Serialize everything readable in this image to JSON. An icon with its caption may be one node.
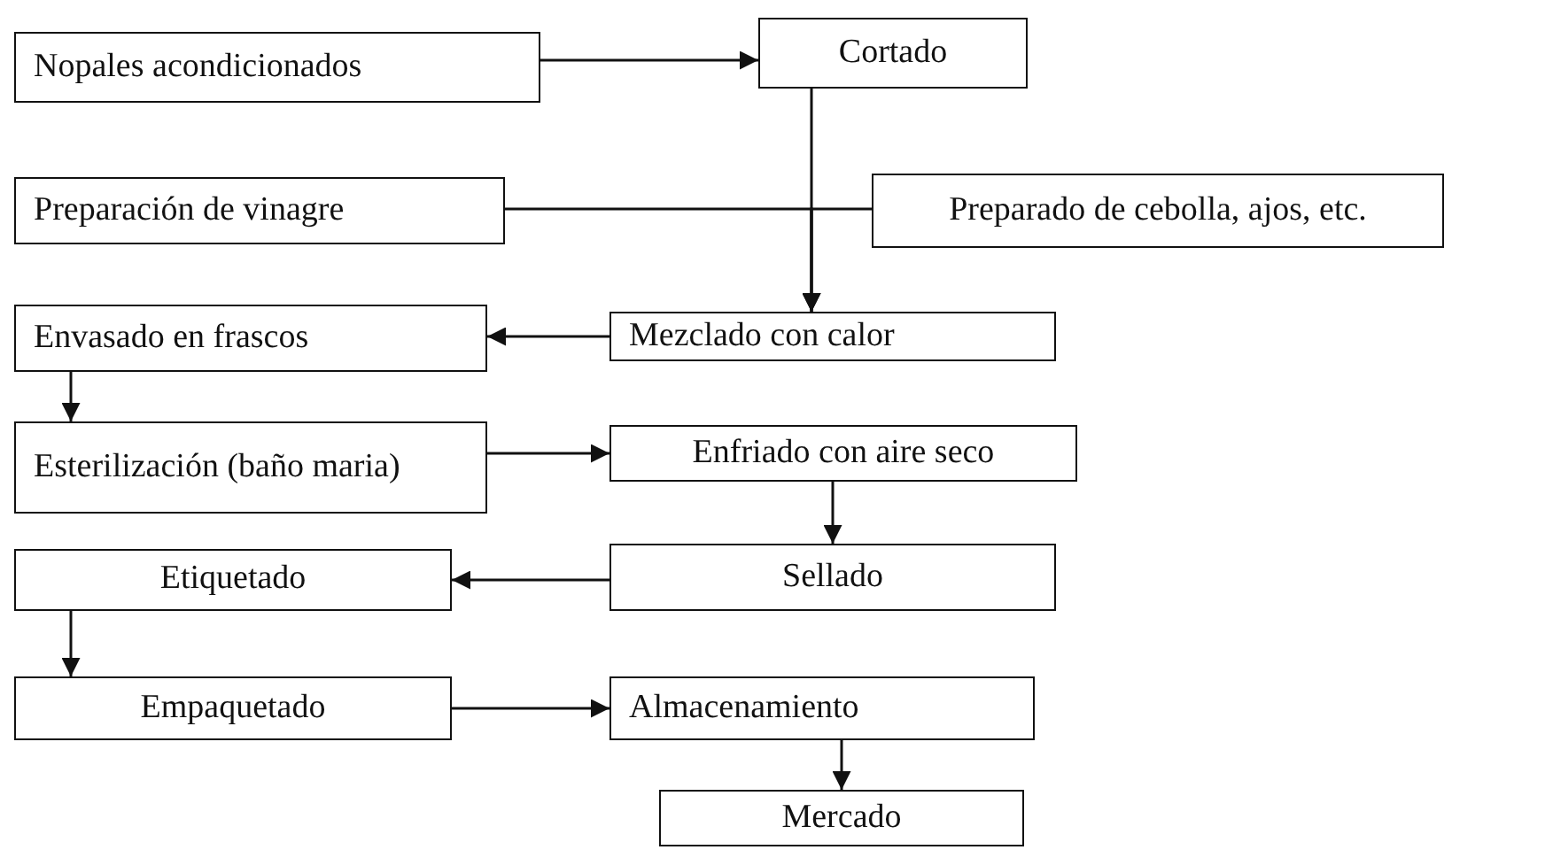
{
  "diagram": {
    "nodes": [
      {
        "text": [
          "Nopales acondicionados"
        ]
      },
      {
        "text": [
          "Cortado"
        ]
      },
      {
        "text": [
          "Preparación de vinagre"
        ]
      },
      {
        "text": [
          "Preparado de cebolla, ajos, etc."
        ]
      },
      {
        "text": [
          "Mezclado con calor"
        ]
      },
      {
        "text": [
          "Envasado en frascos"
        ]
      },
      {
        "text": [
          "Esterilización (baño maria)"
        ]
      },
      {
        "text": [
          "Enfriado con aire seco"
        ]
      },
      {
        "text": [
          "Etiquetado"
        ]
      },
      {
        "text": [
          "Sellado"
        ]
      },
      {
        "text": [
          "Empaquetado"
        ]
      },
      {
        "text": [
          "Almacenamiento"
        ]
      },
      {
        "text": [
          "Mercado"
        ]
      }
    ],
    "edges": [
      {
        "from": 0,
        "to": 1,
        "arrow": "to"
      },
      {
        "from": 1,
        "to": 4,
        "arrow": "to"
      },
      {
        "from": 2,
        "to": 4,
        "arrow": "to"
      },
      {
        "from": 3,
        "to": 4,
        "arrow": "to"
      },
      {
        "from": 4,
        "to": 5,
        "arrow": "to"
      },
      {
        "from": 5,
        "to": 6,
        "arrow": "to"
      },
      {
        "from": 6,
        "to": 7,
        "arrow": "to"
      },
      {
        "from": 7,
        "to": 9,
        "arrow": "to"
      },
      {
        "from": 9,
        "to": 8,
        "arrow": "to"
      },
      {
        "from": 8,
        "to": 10,
        "arrow": "to"
      },
      {
        "from": 10,
        "to": 11,
        "arrow": "to"
      },
      {
        "from": 11,
        "to": 12,
        "arrow": "to"
      }
    ]
  }
}
